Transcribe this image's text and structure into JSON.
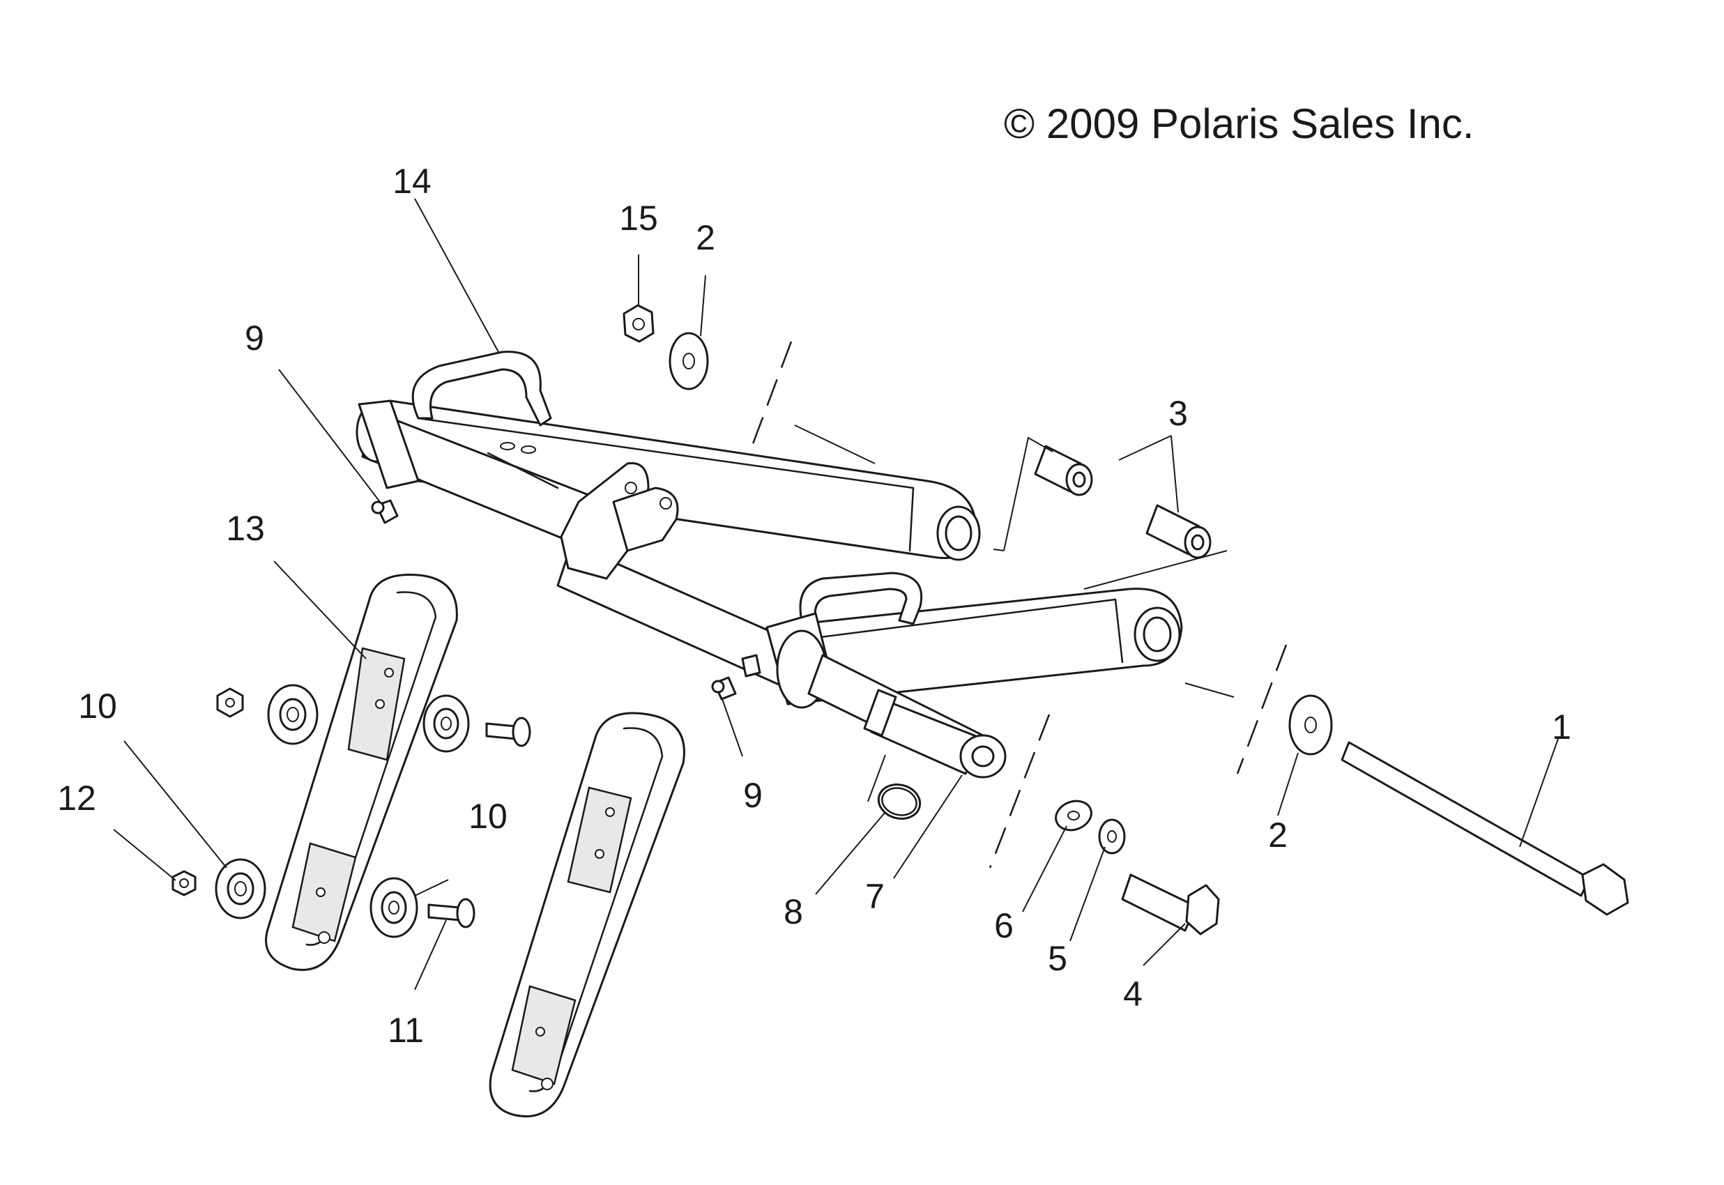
{
  "copyright": "© 2009 Polaris Sales Inc.",
  "callouts": [
    {
      "id": "c14",
      "label": "14"
    },
    {
      "id": "c15",
      "label": "15"
    },
    {
      "id": "c2a",
      "label": "2"
    },
    {
      "id": "c9a",
      "label": "9"
    },
    {
      "id": "c3",
      "label": "3"
    },
    {
      "id": "c13",
      "label": "13"
    },
    {
      "id": "c10a",
      "label": "10"
    },
    {
      "id": "c12",
      "label": "12"
    },
    {
      "id": "c10b",
      "label": "10"
    },
    {
      "id": "c11",
      "label": "11"
    },
    {
      "id": "c9b",
      "label": "9"
    },
    {
      "id": "c8",
      "label": "8"
    },
    {
      "id": "c7",
      "label": "7"
    },
    {
      "id": "c6",
      "label": "6"
    },
    {
      "id": "c5",
      "label": "5"
    },
    {
      "id": "c4",
      "label": "4"
    },
    {
      "id": "c2b",
      "label": "2"
    },
    {
      "id": "c1",
      "label": "1"
    }
  ]
}
